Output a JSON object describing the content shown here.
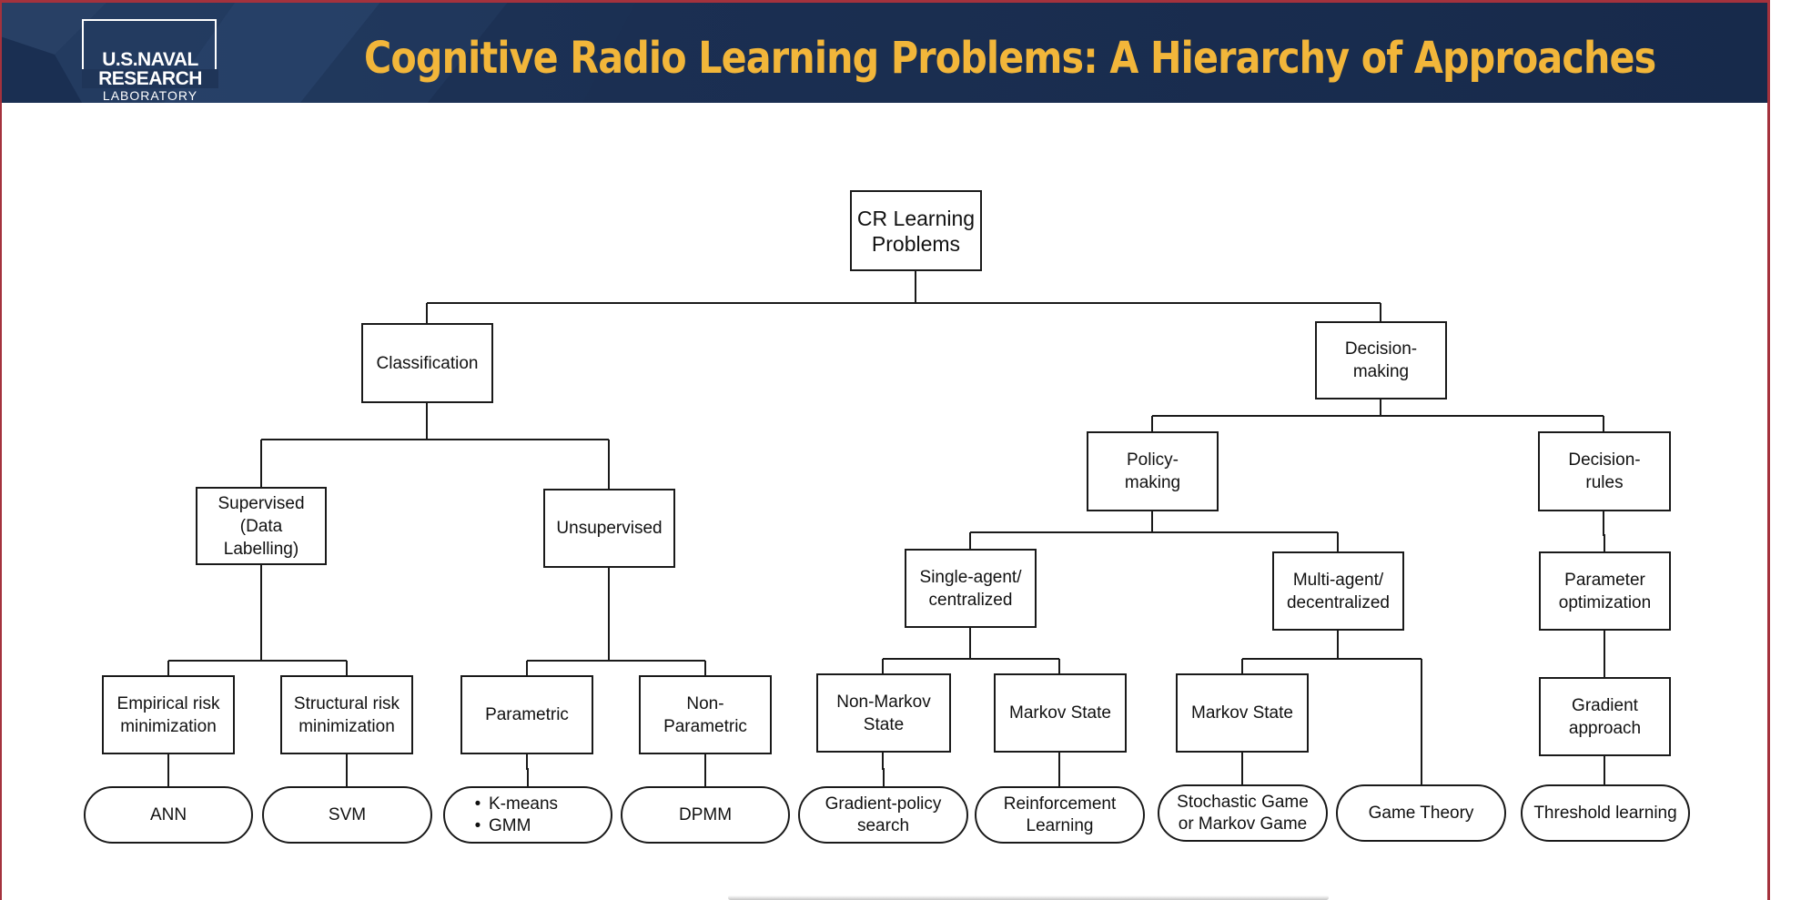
{
  "header": {
    "title": "Cognitive Radio Learning Problems: A Hierarchy of Approaches",
    "logo": {
      "line1": "U.S.NAVAL",
      "line2": "RESEARCH",
      "line3": "LABORATORY"
    }
  },
  "colors": {
    "header_bg": "#1f3558",
    "title": "#f2b63a",
    "accent_line": "#a4323d"
  },
  "nodes": {
    "root": "CR Learning\nProblems",
    "classification": "Classification",
    "decision_making": "Decision-\nmaking",
    "supervised": "Supervised\n(Data\nLabelling)",
    "unsupervised": "Unsupervised",
    "policy_making": "Policy-\nmaking",
    "decision_rules": "Decision-\nrules",
    "single_agent": "Single-agent/\ncentralized",
    "multi_agent": "Multi-agent/\ndecentralized",
    "parameter_optimization": "Parameter\noptimization",
    "empirical_risk": "Empirical risk\nminimization",
    "structural_risk": "Structural risk\nminimization",
    "parametric": "Parametric",
    "non_parametric": "Non-\nParametric",
    "non_markov": "Non-Markov\nState",
    "markov_state_1": "Markov State",
    "markov_state_2": "Markov State",
    "gradient_approach": "Gradient\napproach"
  },
  "leaves": {
    "ann": "ANN",
    "svm": "SVM",
    "clustering": [
      "K-means",
      "GMM"
    ],
    "dpmm": "DPMM",
    "gradient_policy": "Gradient-policy\nsearch",
    "reinforcement": "Reinforcement\nLearning",
    "stochastic_game": "Stochastic Game\nor Markov Game",
    "game_theory": "Game Theory",
    "threshold": "Threshold learning"
  }
}
